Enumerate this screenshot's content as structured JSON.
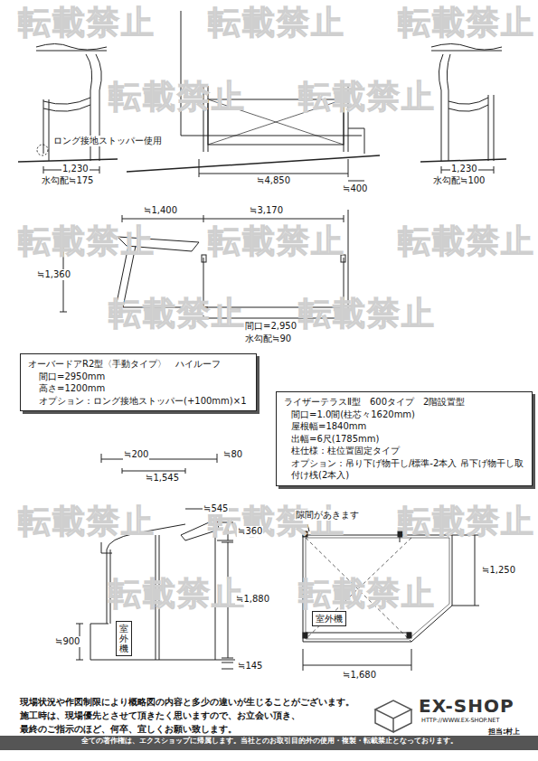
{
  "diagram": {
    "nodes": [
      {
        "text": [
          "オーバードアR2型〈手動タイプ〉　ハイルーフ",
          "間口=2950mm",
          "高さ=1200mm",
          "オプション：ロング接地ストッパー(+100mm)×1"
        ]
      },
      {
        "text": [
          "ライザーテラスⅡ型　600タイプ　2階設置型",
          "間口=1.0間(柱芯々1620mm)",
          "屋根幅=1840mm",
          "出幅=6尺(1785mm)",
          "柱仕様：柱位置固定タイプ",
          "オプション：吊り下げ物干し/標準-2本入 吊下げ物干し取付け桟(2本入)"
        ]
      },
      {
        "text": [
          "室外機"
        ]
      },
      {
        "text": [
          "室外機"
        ]
      }
    ],
    "labels": [
      "ロング接地ストッパー使用",
      "1,230",
      "水勾配≒175",
      "≒4,850",
      "≒400",
      "1,230",
      "水勾配≒100",
      "≒1,400",
      "≒3,170",
      "≒1,360",
      "間口=2,950",
      "水勾配≒90",
      "≒200",
      "≒1,545",
      "≒80",
      "≒545",
      "≒360",
      "≒1,880",
      "≒900",
      "≒145",
      "隙間があきます",
      "≒1,250",
      "≒1,680",
      "現場状況や作図制限により概略図の内容と多少の違いが生じることがございます。",
      "施工時は、現場優先とさせて頂きたく思いますので、お立会い頂き、",
      "最終のご指示のほど、何卒、宜しくお願い致します。",
      "EX-SHOP",
      "HTTP://WWW.EX-SHOP.NET",
      "担当:村上",
      "全ての著作権は、エクスショップに帰属します。当社とのお取引目的外の使用・複製・転載禁止となっております。",
      "転載禁止",
      "転載禁止",
      "転載禁止",
      "転載禁止",
      "転載禁止",
      "転載禁止",
      "転載禁止",
      "転載禁止",
      "転載禁止",
      "転載禁止",
      "転載禁止",
      "転載禁止",
      "転載禁止",
      "転載禁止",
      "転載禁止"
    ]
  }
}
